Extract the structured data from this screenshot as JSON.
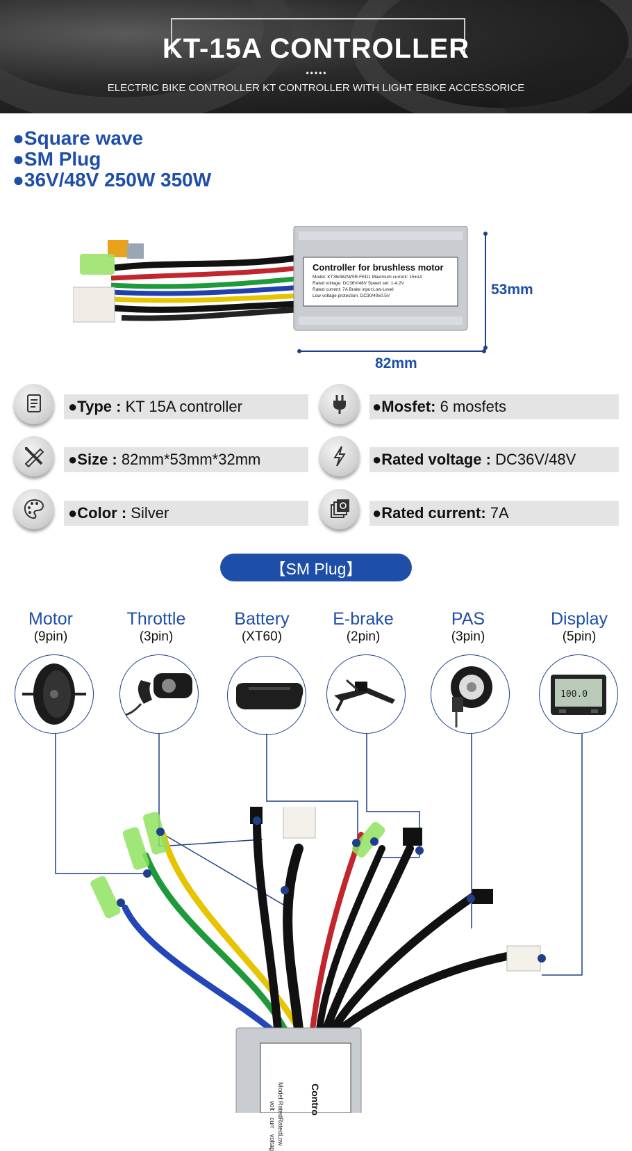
{
  "banner": {
    "title": "KT-15A  CONTROLLER",
    "dots": "•••••",
    "subtitle": "ELECTRIC BIKE CONTROLLER  KT CONTROLLER WITH LIGHT EBIKE ACCESSORICE"
  },
  "features": [
    "●Square wave",
    "●SM Plug",
    "●36V/48V 250W 350W"
  ],
  "product_label": {
    "heading": "Controller for brushless motor",
    "lines": [
      "Model:  KT36/48ZWSR-FED1    Maximum current:  15±1A",
      "Rated voltage:  DC36V/48V    Speed set:  1-4.2V",
      "Rated current:  7A    Brake input:Low-Level",
      "Low voltage protection: DC30/40±0.5V"
    ]
  },
  "dimensions": {
    "height": "53mm",
    "width": "82mm"
  },
  "specs": [
    {
      "icon": "document-icon",
      "label": "●Type : ",
      "value": "KT 15A controller"
    },
    {
      "icon": "plug-icon",
      "label": "●Mosfet: ",
      "value": " 6 mosfets"
    },
    {
      "icon": "ruler-pencil-icon",
      "label": "●Size : ",
      "value": "82mm*53mm*32mm"
    },
    {
      "icon": "lightning-icon",
      "label": "●Rated voltage : ",
      "value": "DC36V/48V"
    },
    {
      "icon": "palette-icon",
      "label": "●Color : ",
      "value": "Silver"
    },
    {
      "icon": "stack-icon",
      "label": "●Rated current: ",
      "value": "7A"
    }
  ],
  "section_title": "【SM Plug】",
  "connectors": [
    {
      "name": "Motor",
      "pins": "(9pin)",
      "icon": "hub-motor-icon"
    },
    {
      "name": "Throttle",
      "pins": "(3pin)",
      "icon": "throttle-icon"
    },
    {
      "name": "Battery",
      "pins": "(XT60)",
      "icon": "battery-icon"
    },
    {
      "name": "E-brake",
      "pins": "(2pin)",
      "icon": "brake-lever-icon"
    },
    {
      "name": "PAS",
      "pins": "(3pin)",
      "icon": "pas-sensor-icon"
    },
    {
      "name": "Display",
      "pins": "(5pin)",
      "icon": "lcd-display-icon"
    }
  ],
  "bottom_label": {
    "heading": "Contro",
    "lines": [
      "Model:",
      "Rated volt",
      "Rated curr",
      "Low voltag"
    ]
  },
  "colors": {
    "accent": "#1f4ea8",
    "line": "#1f3f8a",
    "bar": "#e4e4e4"
  }
}
